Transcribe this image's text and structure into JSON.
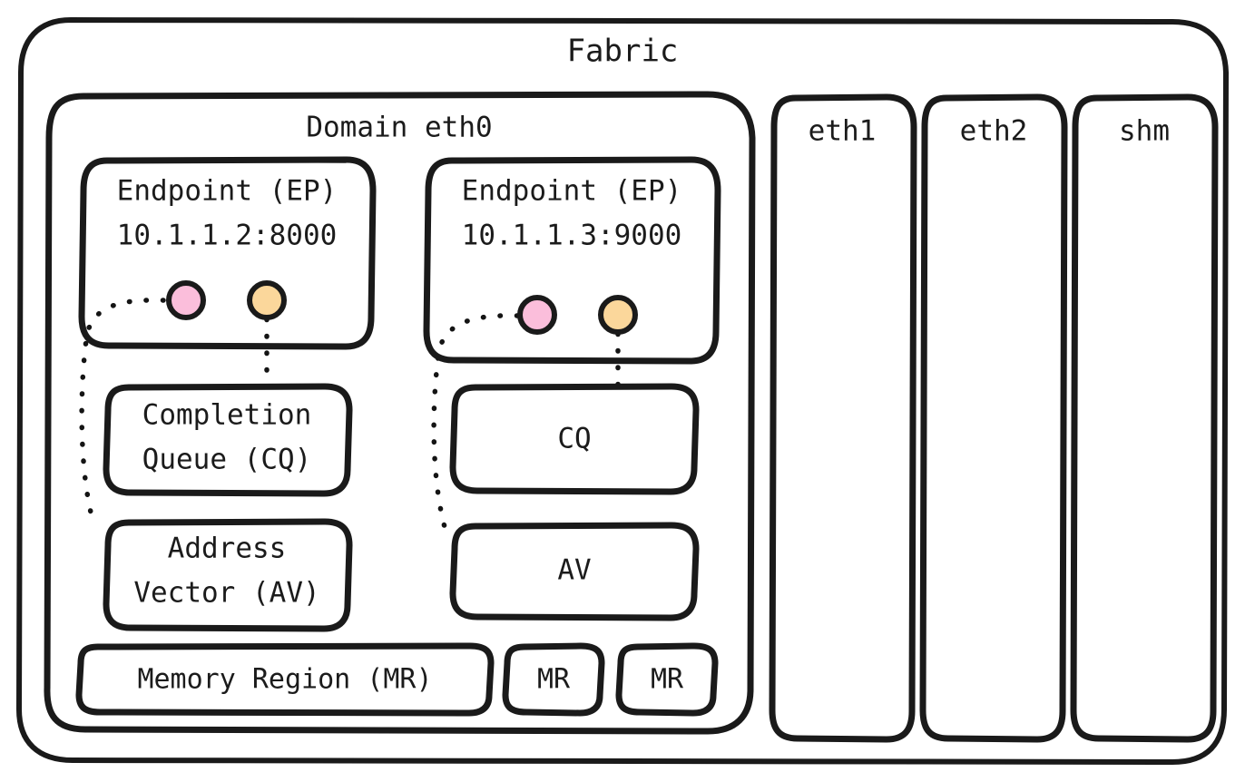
{
  "diagram": {
    "title": "Fabric",
    "style": {
      "stroke": "#1a1a1a",
      "page_bg": "#ffffff",
      "fabric_fill": "#ffffff",
      "domain_fill": "#e6eaee",
      "endpoint_fill": "#e9ded9",
      "cq_fill": "#fbd79b",
      "av_fill": "#fbbedb",
      "mr_fill": "#fbec9c",
      "dot_pink": "#fbbedb",
      "dot_orange": "#fbd79b"
    },
    "fabric": {
      "label": "Fabric"
    },
    "domain": {
      "label": "Domain eth0",
      "endpoints": [
        {
          "title": "Endpoint (EP)",
          "address": "10.1.1.2:8000",
          "ports": [
            {
              "name": "av-port",
              "color": "pink"
            },
            {
              "name": "cq-port",
              "color": "orange"
            }
          ],
          "cq_label_line1": "Completion",
          "cq_label_line2": "Queue (CQ)",
          "av_label_line1": "Address",
          "av_label_line2": "Vector (AV)"
        },
        {
          "title": "Endpoint (EP)",
          "address": "10.1.1.3:9000",
          "ports": [
            {
              "name": "av-port",
              "color": "pink"
            },
            {
              "name": "cq-port",
              "color": "orange"
            }
          ],
          "cq_label_line1": "CQ",
          "cq_label_line2": "",
          "av_label_line1": "AV",
          "av_label_line2": ""
        }
      ],
      "memory_regions": [
        {
          "label": "Memory Region (MR)"
        },
        {
          "label": "MR"
        },
        {
          "label": "MR"
        }
      ]
    },
    "other_domains": [
      {
        "label": "eth1"
      },
      {
        "label": "eth2"
      },
      {
        "label": "shm"
      }
    ]
  }
}
